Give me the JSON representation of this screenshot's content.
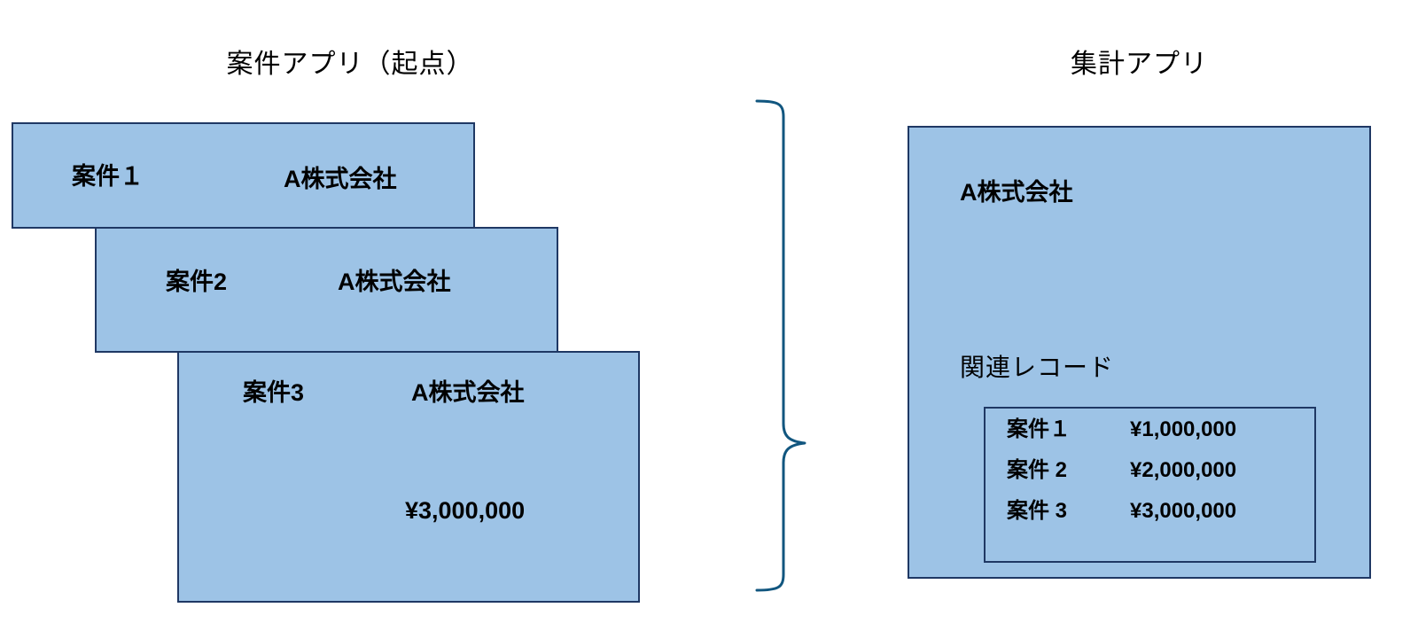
{
  "diagram": {
    "left_app": {
      "title": "案件アプリ（起点）",
      "records": [
        {
          "name": "案件１",
          "company": "A株式会社",
          "amount": ""
        },
        {
          "name": "案件2",
          "company": "A株式会社",
          "amount": ""
        },
        {
          "name": "案件3",
          "company": "A株式会社",
          "amount": "¥3,000,000"
        }
      ]
    },
    "connector": {
      "icon": "curly-brace-icon",
      "color": "#11567f"
    },
    "right_app": {
      "title": "集計アプリ",
      "company": "A株式会社",
      "related_records_label": "関連レコード",
      "related_records": [
        {
          "name": "案件１",
          "amount": "¥1,000,000"
        },
        {
          "name": "案件 2",
          "amount": "¥2,000,000"
        },
        {
          "name": "案件 3",
          "amount": "¥3,000,000"
        }
      ]
    },
    "colors": {
      "card_fill": "#9dc3e6",
      "card_border": "#1f3864",
      "brace_stroke": "#11567f",
      "background": "#ffffff",
      "text": "#000000"
    }
  }
}
